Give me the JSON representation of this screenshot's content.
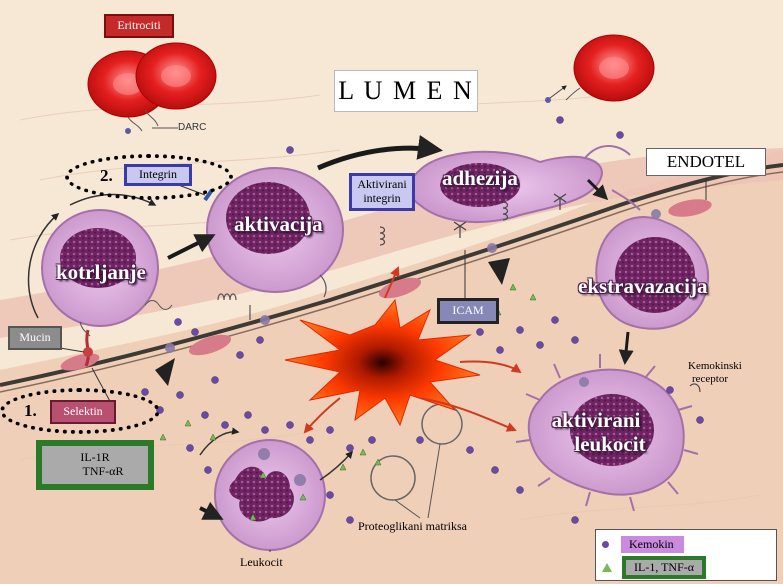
{
  "labels": {
    "eritrociti": "Eritrociti",
    "lumen": "L U M E N",
    "darc": "DARC",
    "integrin": "Integrin",
    "step2": "2.",
    "aktivirani_integrin_line1": "Aktivirani",
    "aktivirani_integrin_line2": "integrin",
    "adhezija": "adhezija",
    "endotel": "ENDOTEL",
    "aktivacija": "aktivacija",
    "kotrljanje": "kotrljanje",
    "ekstravazacija": "ekstravazacija",
    "icam": "ICAM",
    "mucin": "Mucin",
    "kemokinski_receptor_line1": "Kemokinski",
    "kemokinski_receptor_line2": "receptor",
    "step1": "1.",
    "selektin": "Selektin",
    "il1r": "IL-1R",
    "tnfar": "TNF-αR",
    "aktivirani_leukocit_line1": "aktivirani",
    "aktivirani_leukocit_line2": "leukocit",
    "proteoglikani": "Proteoglikani matriksa",
    "leukocit": "Leukocit"
  },
  "legend": {
    "kemokin": "Kemokin",
    "il1_tnf": "IL-1, TNF-α"
  },
  "colors": {
    "tissue": "#f0d5c0",
    "lumen": "#f8e6d2",
    "cell": "#d8a8d8",
    "nucleus": "#7a2e6c",
    "rbc": "#e01818",
    "burst": "#ff3300",
    "label_red": "#c02020",
    "label_blue": "#3a3aa8",
    "label_green": "#2a7a2a",
    "label_gray": "#8c8c8c",
    "label_pink": "#b85070",
    "kemokin_box": "#c98ae0"
  }
}
